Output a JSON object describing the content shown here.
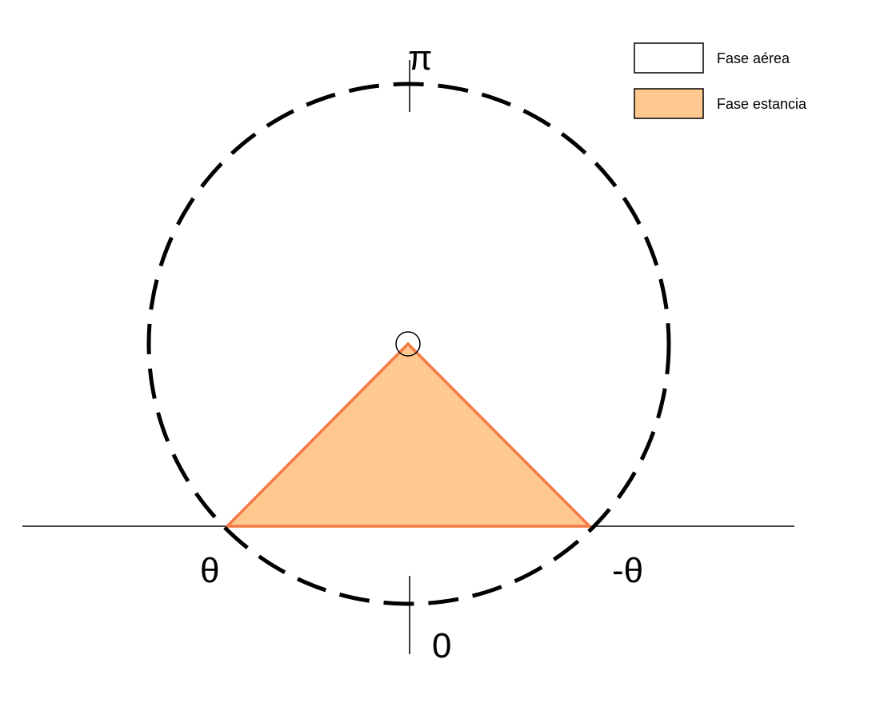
{
  "labels": {
    "top": "π",
    "bottom": "0",
    "left": "θ",
    "right": "-θ"
  },
  "legend": [
    {
      "label": "Fase aérea",
      "color": "#ffffff"
    },
    {
      "label": "Fase estancia",
      "color": "#fec88e"
    }
  ],
  "colors": {
    "stance_fill": "#fec88e",
    "stance_stroke": "#f47a45",
    "circle_stroke": "#000000",
    "ground_line": "#000000"
  }
}
